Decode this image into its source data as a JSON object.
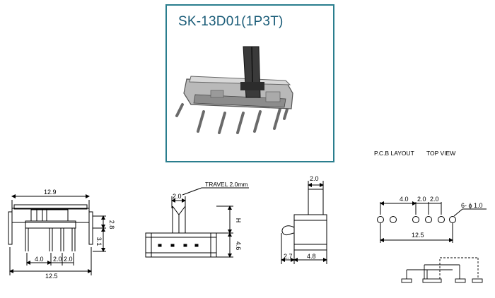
{
  "product": {
    "title": "SK-13D01(1P3T)"
  },
  "pcb_header": {
    "layout_label": "P.C.B LAYOUT",
    "view_label": "TOP VIEW"
  },
  "front_view": {
    "overall_width": "12.9",
    "pin_span": "12.5",
    "pin_pitch_a": "4.0",
    "pin_pitch_b": "2.0",
    "pin_pitch_c": "2.0",
    "body_height": "2.8",
    "pin_length": "3.1"
  },
  "side_view": {
    "travel_label": "TRAVEL 2.0mm",
    "actuator_width": "2.0",
    "actuator_height": "H",
    "body_height": "4.6"
  },
  "end_view": {
    "actuator_width": "2.0",
    "offset": "2.7",
    "body_depth": "4.8"
  },
  "pcb_layout": {
    "pitch_a": "4.0",
    "pitch_b": "2.0",
    "pitch_c": "2.0",
    "hole_spec": "6-  ϕ 1.0",
    "span": "12.5"
  },
  "colors": {
    "frame_border": "#2a7e8e",
    "title_text": "#1a5c78"
  }
}
